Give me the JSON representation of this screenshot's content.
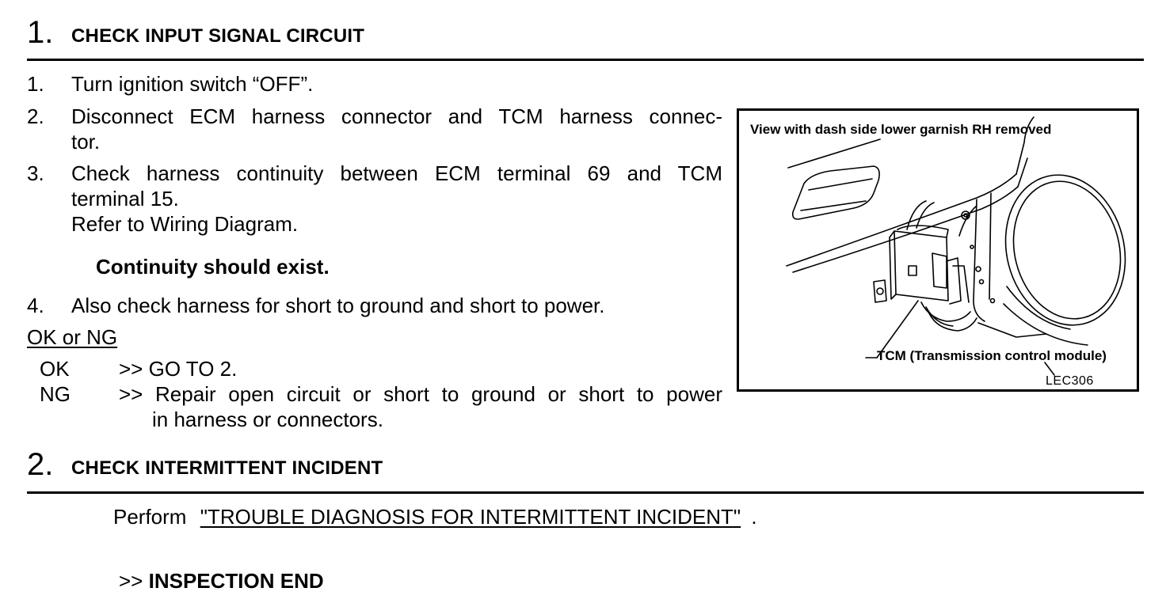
{
  "step1": {
    "number": "1.",
    "title": "CHECK INPUT SIGNAL CIRCUIT",
    "items": [
      {
        "num": "1.",
        "lines": [
          "Turn ignition switch “OFF”."
        ]
      },
      {
        "num": "2.",
        "lines": [
          "Disconnect ECM harness connector and TCM harness connec-",
          "tor."
        ]
      },
      {
        "num": "3.",
        "lines": [
          "Check harness continuity between ECM terminal 69 and TCM",
          "terminal 15.",
          "Refer to Wiring Diagram."
        ]
      },
      {
        "num": "4.",
        "lines": [
          "Also check harness for short to ground and short to power."
        ]
      }
    ],
    "spec": "Continuity should exist.",
    "ok_ng_label": "OK or NG",
    "results": [
      {
        "code": "OK",
        "lines": [
          ">> GO TO 2."
        ]
      },
      {
        "code": "NG",
        "lines": [
          ">> Repair open circuit or short to ground or short to power",
          "in harness or connectors."
        ]
      }
    ]
  },
  "figure": {
    "caption": "View with dash side lower garnish RH removed",
    "tcm_label": "TCM (Transmission control module)",
    "code": "LEC306"
  },
  "step2": {
    "number": "2.",
    "title": "CHECK INTERMITTENT INCIDENT",
    "perform_prefix": "Perform",
    "perform_link": "\"TROUBLE DIAGNOSIS FOR INTERMITTENT INCIDENT\"",
    "perform_suffix": ".",
    "end_prefix": ">>",
    "end_text": "INSPECTION END"
  }
}
